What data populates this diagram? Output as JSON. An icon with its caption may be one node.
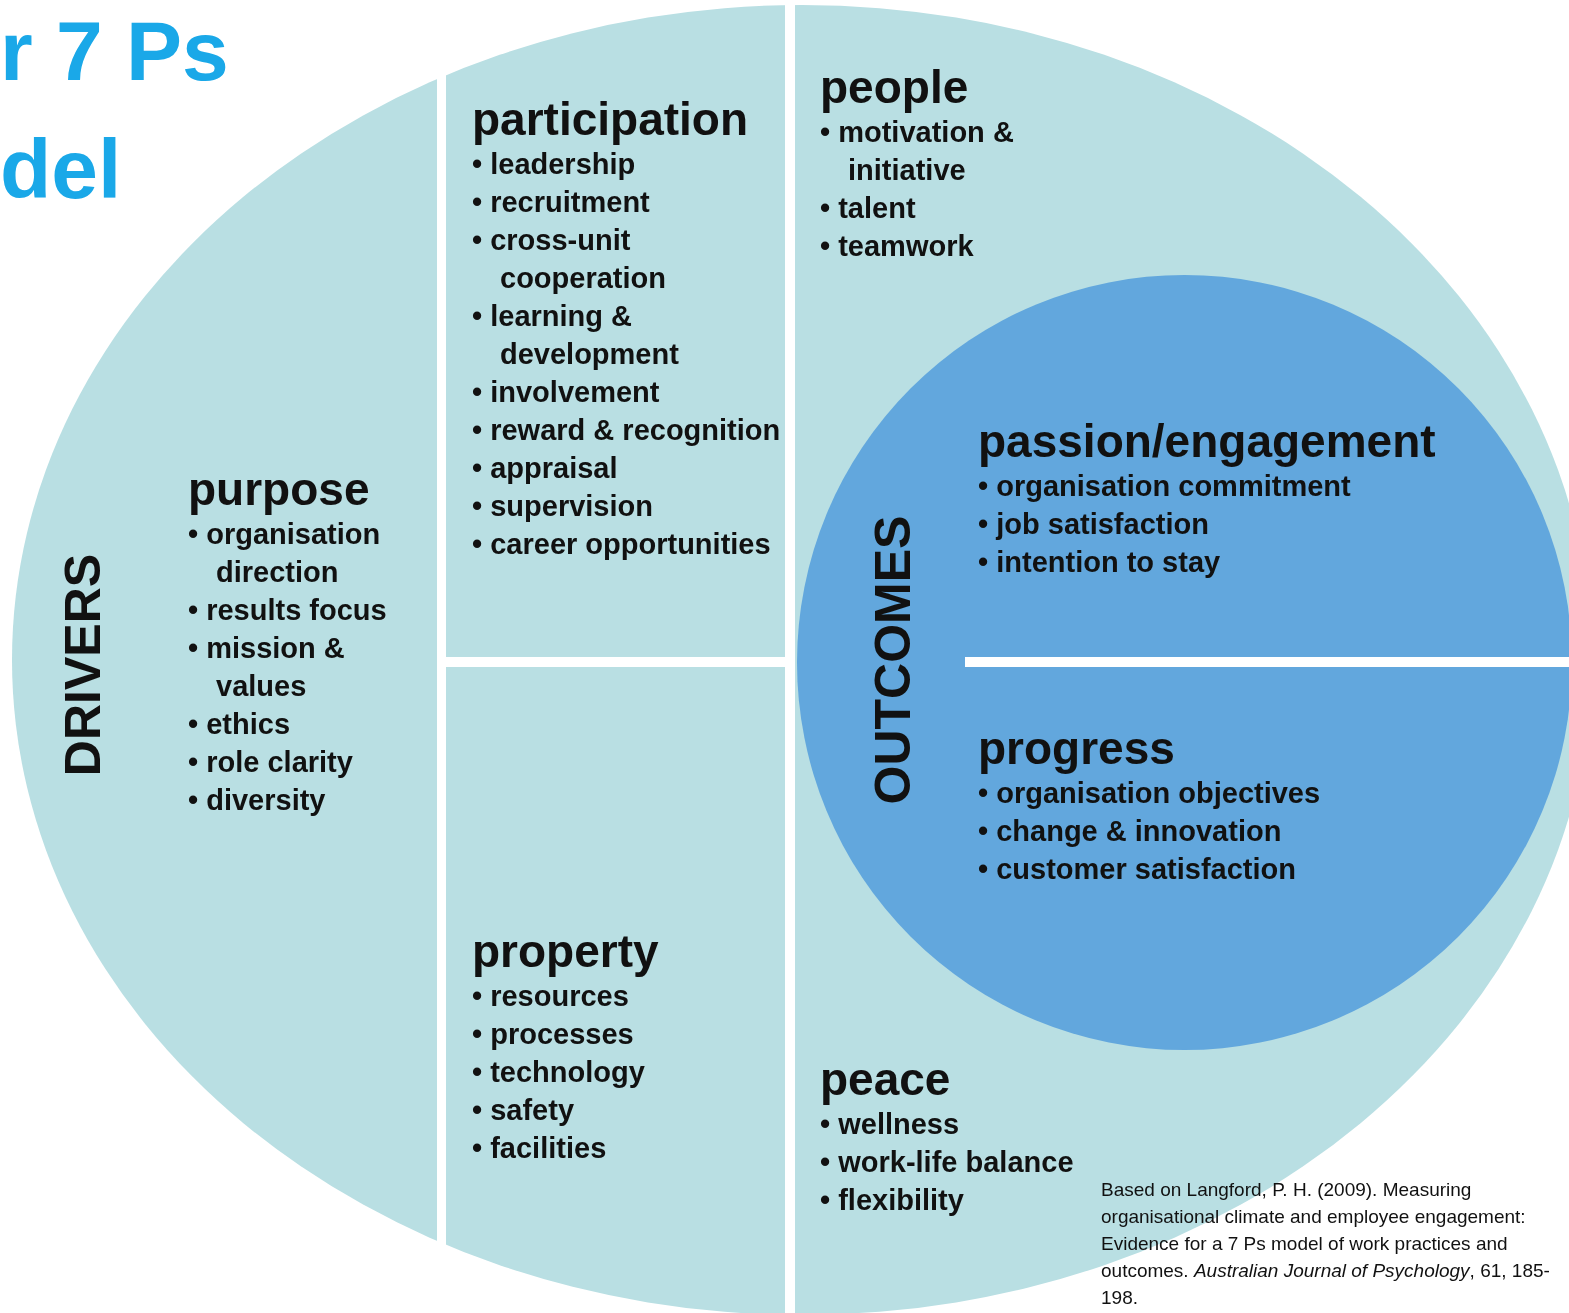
{
  "diagram": {
    "title": "r 7 Ps del",
    "caption": "Based on Langford, P. H. (2009). Measuring organisational climate and employee engagement: Evidence for a 7 Ps model of work practices and outcomes. *Australian Journal of Psychology*, 61, 185-198.",
    "nodes": [
      {
        "text": [],
        "shape": "circle"
      },
      {
        "text": [
          "purpose",
          "• organisation direction",
          "• results focus",
          "• mission & values",
          "• ethics",
          "• role clarity",
          "• diversity"
        ],
        "in": 0
      },
      {
        "text": [
          "participation",
          "• leadership",
          "• recruitment",
          "• cross-unit cooperation",
          "• learning & development",
          "• involvement",
          "• reward & recognition",
          "• appraisal",
          "• supervision",
          "• career opportunities"
        ],
        "in": 0
      },
      {
        "text": [
          "people",
          "• motivation & initiative",
          "• talent",
          "• teamwork"
        ],
        "in": 0
      },
      {
        "text": [
          "property",
          "• resources",
          "• processes",
          "• technology",
          "• safety",
          "• facilities"
        ],
        "in": 0
      },
      {
        "text": [
          "peace",
          "• wellness",
          "• work-life balance",
          "• flexibility"
        ],
        "in": 0
      },
      {
        "text": [
          "OUTCOMES"
        ],
        "in": 0
      },
      {
        "text": [
          "passion/engagement",
          "• organisation commitment",
          "• job satisfaction",
          "• intention to stay"
        ],
        "in": 6
      },
      {
        "text": [
          "progress",
          "• organisation objectives",
          "• change & innovation",
          "• customer satisfaction"
        ],
        "in": 6
      }
    ],
    "edges": [],
    "labels": [
      "DRIVERS"
    ]
  }
}
